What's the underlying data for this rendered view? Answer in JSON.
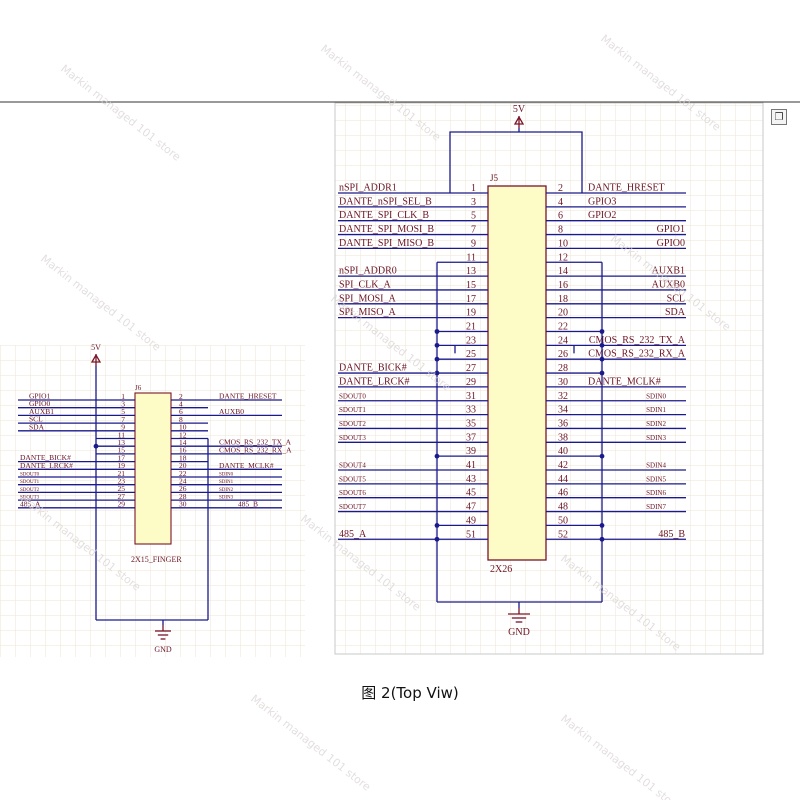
{
  "colors": {
    "wire": "#1a1a8c",
    "label": "#6b1424",
    "body_fill": "#fdfbc6",
    "body_stroke": "#7a1428",
    "grid": "#ece6d6",
    "panel_border": "#c8c8c8",
    "power": "#7a1428"
  },
  "corner_icon": "restore-icon",
  "caption": "图 2(Top Viw)",
  "watermark": "Markin managed 101 store",
  "left": {
    "designator": "J6",
    "power_label": "5V",
    "gnd_label": "GND",
    "part_name": "2X15_FINGER",
    "rows": [
      {
        "ln": "GPIO1",
        "lp": "1",
        "rp": "2",
        "rn": "DANTE_HRESET"
      },
      {
        "ln": "GPIO0",
        "lp": "3",
        "rp": "4",
        "rn": ""
      },
      {
        "ln": "AUXB1",
        "lp": "5",
        "rp": "6",
        "rn": "AUXB0"
      },
      {
        "ln": "SCL",
        "lp": "7",
        "rp": "8",
        "rn": ""
      },
      {
        "ln": "SDA",
        "lp": "9",
        "rp": "10",
        "rn": ""
      },
      {
        "ln": "",
        "lp": "11",
        "rp": "12",
        "rn": ""
      },
      {
        "ln": "",
        "lp": "13",
        "rp": "14",
        "rn": "CMOS_RS_232_TX_A"
      },
      {
        "ln": "",
        "lp": "15",
        "rp": "16",
        "rn": "CMOS_RS_232_RX_A"
      },
      {
        "ln": "DANTE_BICK#",
        "lp": "17",
        "rp": "18",
        "rn": ""
      },
      {
        "ln": "DANTE_LRCK#",
        "lp": "19",
        "rp": "20",
        "rn": "DANTE_MCLK#"
      },
      {
        "ln": "SDOUT0",
        "lp": "21",
        "rp": "22",
        "rn": "SDIN0"
      },
      {
        "ln": "SDOUT1",
        "lp": "23",
        "rp": "24",
        "rn": "SDIN1"
      },
      {
        "ln": "SDOUT2",
        "lp": "25",
        "rp": "26",
        "rn": "SDIN2"
      },
      {
        "ln": "SDOUT3",
        "lp": "27",
        "rp": "28",
        "rn": "SDIN3"
      },
      {
        "ln": "485_A",
        "lp": "29",
        "rp": "30",
        "rn": "485_B"
      }
    ]
  },
  "right": {
    "designator": "J5",
    "power_label": "5V",
    "gnd_label": "GND",
    "part_name": "2X26",
    "rows": [
      {
        "ln": "nSPI_ADDR1",
        "lp": "1",
        "rp": "2",
        "rn": "DANTE_HRESET"
      },
      {
        "ln": "DANTE_nSPI_SEL_B",
        "lp": "3",
        "rp": "4",
        "rn": "GPIO3"
      },
      {
        "ln": "DANTE_SPI_CLK_B",
        "lp": "5",
        "rp": "6",
        "rn": "GPIO2"
      },
      {
        "ln": "DANTE_SPI_MOSI_B",
        "lp": "7",
        "rp": "8",
        "rn": "GPIO1"
      },
      {
        "ln": "DANTE_SPI_MISO_B",
        "lp": "9",
        "rp": "10",
        "rn": "GPIO0"
      },
      {
        "ln": "",
        "lp": "11",
        "rp": "12",
        "rn": ""
      },
      {
        "ln": "nSPI_ADDR0",
        "lp": "13",
        "rp": "14",
        "rn": "AUXB1"
      },
      {
        "ln": "SPI_CLK_A",
        "lp": "15",
        "rp": "16",
        "rn": "AUXB0"
      },
      {
        "ln": "SPI_MOSI_A",
        "lp": "17",
        "rp": "18",
        "rn": "SCL"
      },
      {
        "ln": "SPI_MISO_A",
        "lp": "19",
        "rp": "20",
        "rn": "SDA"
      },
      {
        "ln": "",
        "lp": "21",
        "rp": "22",
        "rn": ""
      },
      {
        "ln": "",
        "lp": "23",
        "rp": "24",
        "rn": "CMOS_RS_232_TX_A"
      },
      {
        "ln": "",
        "lp": "25",
        "rp": "26",
        "rn": "CMOS_RS_232_RX_A"
      },
      {
        "ln": "DANTE_BICK#",
        "lp": "27",
        "rp": "28",
        "rn": ""
      },
      {
        "ln": "DANTE_LRCK#",
        "lp": "29",
        "rp": "30",
        "rn": "DANTE_MCLK#"
      },
      {
        "ln": "SDOUT0",
        "lp": "31",
        "rp": "32",
        "rn": "SDIN0"
      },
      {
        "ln": "SDOUT1",
        "lp": "33",
        "rp": "34",
        "rn": "SDIN1"
      },
      {
        "ln": "SDOUT2",
        "lp": "35",
        "rp": "36",
        "rn": "SDIN2"
      },
      {
        "ln": "SDOUT3",
        "lp": "37",
        "rp": "38",
        "rn": "SDIN3"
      },
      {
        "ln": "",
        "lp": "39",
        "rp": "40",
        "rn": ""
      },
      {
        "ln": "SDOUT4",
        "lp": "41",
        "rp": "42",
        "rn": "SDIN4"
      },
      {
        "ln": "SDOUT5",
        "lp": "43",
        "rp": "44",
        "rn": "SDIN5"
      },
      {
        "ln": "SDOUT6",
        "lp": "45",
        "rp": "46",
        "rn": "SDIN6"
      },
      {
        "ln": "SDOUT7",
        "lp": "47",
        "rp": "48",
        "rn": "SDIN7"
      },
      {
        "ln": "",
        "lp": "49",
        "rp": "50",
        "rn": ""
      },
      {
        "ln": "485_A",
        "lp": "51",
        "rp": "52",
        "rn": "485_B"
      }
    ]
  }
}
